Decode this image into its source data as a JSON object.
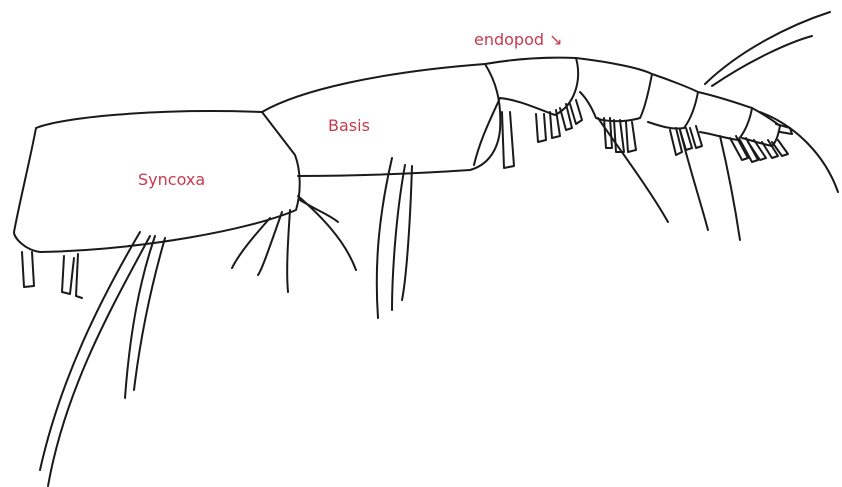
{
  "colors": {
    "label": "#c83a4f",
    "line": "#1a1a1a",
    "background": "#ffffff"
  },
  "labels": {
    "syncoxa": "Syncoxa",
    "basis": "Basis",
    "endopod": "endopod",
    "endopod_arrow": "↘"
  }
}
